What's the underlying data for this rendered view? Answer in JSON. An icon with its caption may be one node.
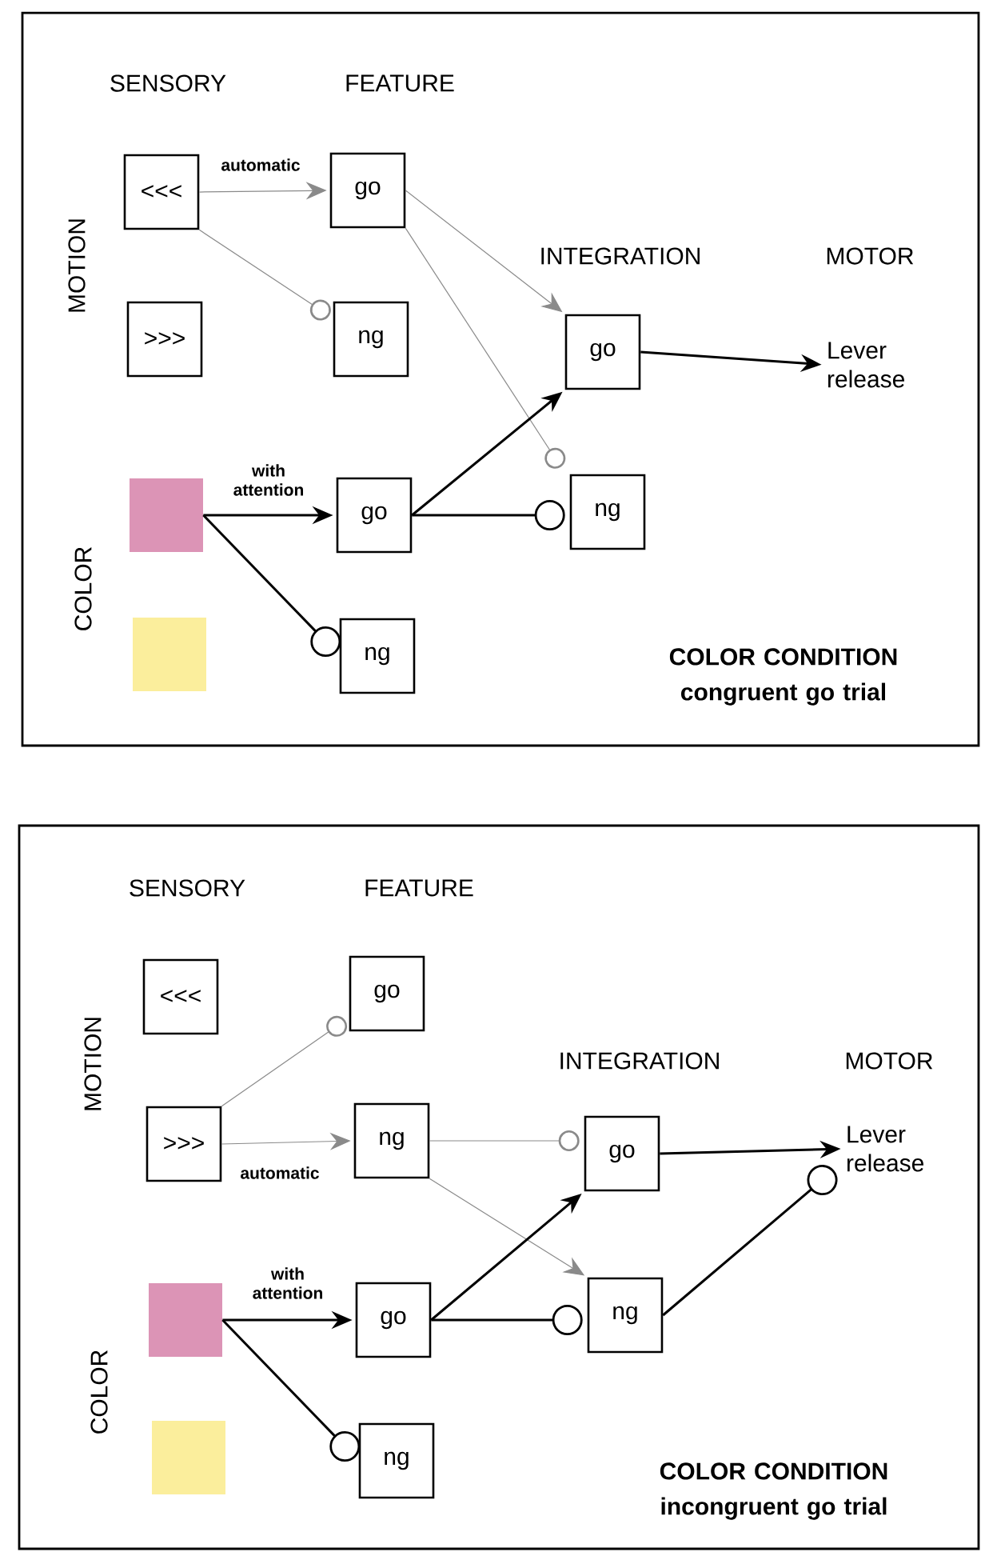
{
  "diagram": {
    "nodes": [
      {
        "text": [
          "COLOR CONDITION congruent go trial"
        ]
      },
      {
        "text": [
          "<<<"
        ],
        "in": 0
      },
      {
        "text": [
          "go"
        ],
        "in": 0
      },
      {
        "text": [
          ">>>"
        ],
        "in": 0
      },
      {
        "text": [
          "ng"
        ],
        "in": 0
      },
      {
        "text": [
          "go"
        ],
        "in": 0
      },
      {
        "text": [
          "Lever release"
        ],
        "in": 0
      },
      {
        "text": [],
        "shape": "box",
        "in": 0
      },
      {
        "text": [
          "go"
        ],
        "in": 0
      },
      {
        "text": [
          "ng"
        ],
        "in": 0
      },
      {
        "text": [],
        "shape": "box",
        "in": 0
      },
      {
        "text": [
          "ng"
        ],
        "in": 0
      },
      {
        "text": [
          "COLOR CONDITION incongruent go trial"
        ]
      },
      {
        "text": [
          "<<<"
        ],
        "in": 12
      },
      {
        "text": [
          "go"
        ],
        "in": 12
      },
      {
        "text": [
          ">>>"
        ],
        "in": 12
      },
      {
        "text": [
          "ng"
        ],
        "in": 12
      },
      {
        "text": [
          "go"
        ],
        "in": 12
      },
      {
        "text": [
          "Lever release"
        ],
        "in": 12
      },
      {
        "text": [],
        "shape": "box",
        "in": 12
      },
      {
        "text": [
          "go"
        ],
        "in": 12
      },
      {
        "text": [
          "ng"
        ],
        "in": 12
      },
      {
        "text": [],
        "shape": "box",
        "in": 12
      },
      {
        "text": [
          "ng"
        ],
        "in": 12
      }
    ],
    "edges": [
      {
        "from": 1,
        "to": 2,
        "arrow": "to",
        "label": "automatic",
        "color": "#8a8a8a"
      },
      {
        "from": 1,
        "to": 4,
        "arrow": "other",
        "color": "#8a8a8a"
      },
      {
        "from": 2,
        "to": 5,
        "arrow": "to",
        "color": "#8a8a8a"
      },
      {
        "from": 2,
        "to": 9,
        "arrow": "other",
        "color": "#8a8a8a"
      },
      {
        "from": 7,
        "to": 8,
        "arrow": "to",
        "label": "with attention"
      },
      {
        "from": 7,
        "to": 11,
        "arrow": "other"
      },
      {
        "from": 8,
        "to": 5,
        "arrow": "to"
      },
      {
        "from": 8,
        "to": 9,
        "arrow": "other"
      },
      {
        "from": 5,
        "to": 6,
        "arrow": "to"
      },
      {
        "from": 15,
        "to": 14,
        "arrow": "other",
        "color": "#8a8a8a"
      },
      {
        "from": 15,
        "to": 16,
        "arrow": "to",
        "label": "automatic",
        "color": "#8a8a8a"
      },
      {
        "from": 16,
        "to": 17,
        "arrow": "other",
        "color": "#8a8a8a"
      },
      {
        "from": 16,
        "to": 21,
        "arrow": "to",
        "color": "#8a8a8a"
      },
      {
        "from": 19,
        "to": 20,
        "arrow": "to",
        "label": "with attention"
      },
      {
        "from": 19,
        "to": 23,
        "arrow": "other"
      },
      {
        "from": 20,
        "to": 17,
        "arrow": "to"
      },
      {
        "from": 20,
        "to": 21,
        "arrow": "other"
      },
      {
        "from": 17,
        "to": 18,
        "arrow": "to"
      },
      {
        "from": 21,
        "to": 18,
        "arrow": "other"
      }
    ],
    "labels": [
      "SENSORY",
      "FEATURE",
      "MOTION",
      "INTEGRATION",
      "MOTOR",
      "COLOR",
      "SENSORY",
      "FEATURE",
      "MOTION",
      "INTEGRATION",
      "MOTOR",
      "COLOR"
    ]
  }
}
